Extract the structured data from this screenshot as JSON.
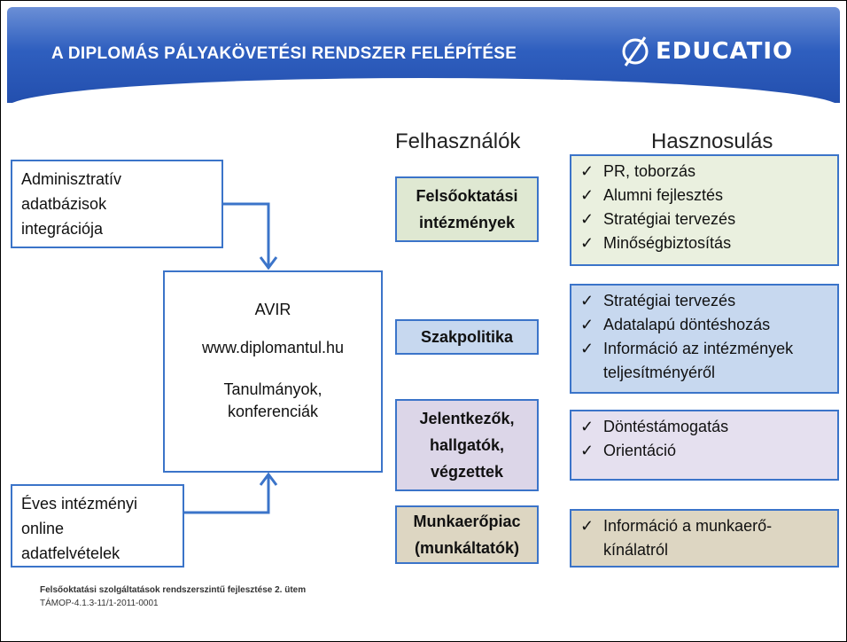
{
  "header": {
    "title": "A DIPLOMÁS PÁLYAKÖVETÉSI RENDSZER FELÉPÍTÉSE",
    "logo_text": "EDUCATIO"
  },
  "columns": {
    "users": "Felhasználók",
    "uses": "Hasznosulás"
  },
  "sources": {
    "admin": [
      "Adminisztratív",
      "adatbázisok",
      "integrációja"
    ],
    "survey": [
      "Éves intézményi",
      "online",
      "adatfelvételek"
    ]
  },
  "center": {
    "line1": "AVIR",
    "line2": "www.diplomantul.hu",
    "line3": "Tanulmányok,",
    "line4": "konferenciák"
  },
  "users": [
    {
      "lines": [
        "Felsőoktatási",
        "intézmények"
      ],
      "color": "#dfe8d2"
    },
    {
      "lines": [
        "Szakpolitika"
      ],
      "color": "#c7d8ef"
    },
    {
      "lines": [
        "Jelentkezők,",
        "hallgatók,",
        "végzettek"
      ],
      "color": "#dcd6e8"
    },
    {
      "lines": [
        "Munkaerőpiac",
        "(munkáltatók)"
      ],
      "color": "#ddd6c2"
    }
  ],
  "uses": [
    {
      "items": [
        "PR, toborzás",
        "Alumni fejlesztés",
        "Stratégiai tervezés",
        "Minőségbiztosítás"
      ],
      "color": "#eaf0df"
    },
    {
      "items": [
        "Stratégiai tervezés",
        "Adatalapú döntéshozás",
        "Információ az intézmények|teljesítményéről"
      ],
      "color": "#c7d8ef"
    },
    {
      "items": [
        "Döntéstámogatás",
        "Orientáció"
      ],
      "color": "#e5e0ef"
    },
    {
      "items": [
        "Információ a munkaerő-|kínálatról"
      ],
      "color": "#ddd6c2"
    }
  ],
  "check_symbol": "✓",
  "footer": {
    "line1": "Felsőoktatási szolgáltatások rendszerszintű fejlesztése 2. ütem",
    "line2": "TÁMOP-4.1.3-11/1-2011-0001"
  }
}
